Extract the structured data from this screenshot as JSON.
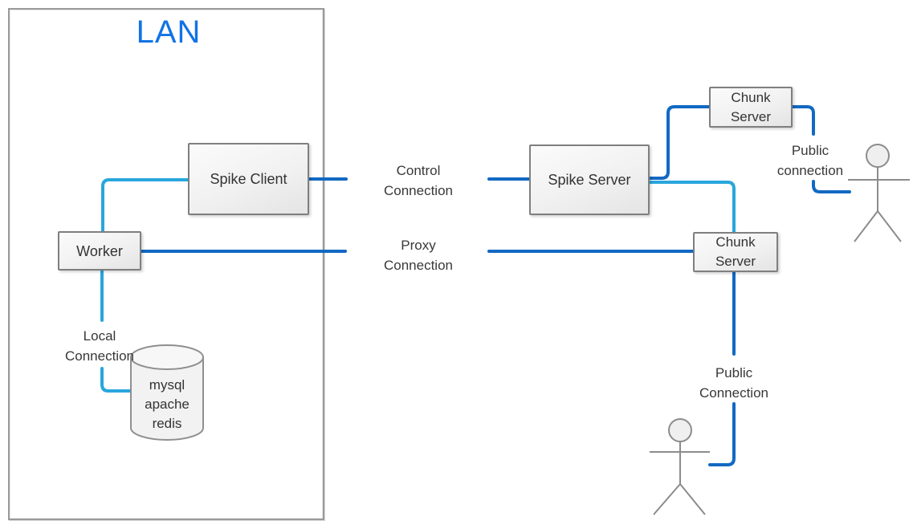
{
  "diagram": {
    "lan": {
      "title": "LAN"
    },
    "nodes": {
      "spike_client": "Spike Client",
      "worker": "Worker",
      "spike_server": "Spike Server",
      "chunk_server_top": "Chunk Server",
      "chunk_server_bottom": "Chunk Server"
    },
    "database": {
      "lines": [
        "mysql",
        "apache",
        "redis"
      ]
    },
    "labels": {
      "control": "Control Connection",
      "proxy": "Proxy Connection",
      "local": "Local Connection",
      "public_top": "Public connection",
      "public_bottom": "Public Connection"
    },
    "colors": {
      "dark_blue_line": "#1269C2",
      "cyan_line": "#29A6DC",
      "lan_title_blue": "#1273E6",
      "node_border": "#7F7F7F",
      "node_fill": "#F1F1F1",
      "person_gray": "#8C8C8C",
      "text": "#333333"
    }
  }
}
